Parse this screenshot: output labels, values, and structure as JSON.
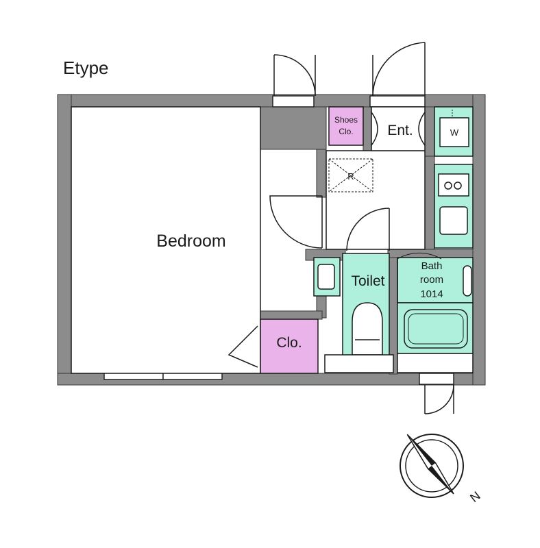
{
  "title": "Etype",
  "rooms": {
    "bedroom": "Bedroom",
    "closet": "Clo.",
    "shoes_closet_line1": "Shoes",
    "shoes_closet_line2": "Clo.",
    "entrance": "Ent.",
    "washer": "W",
    "fridge": "R",
    "toilet": "Toilet",
    "bath_line1": "Bath",
    "bath_line2": "room",
    "bath_line3": "1014"
  },
  "compass": {
    "north_label": "N"
  },
  "colors": {
    "wall": "#8c8c8c",
    "wet_area": "#aef0dc",
    "closet": "#eab4ea",
    "outline": "#1a1a1a"
  }
}
